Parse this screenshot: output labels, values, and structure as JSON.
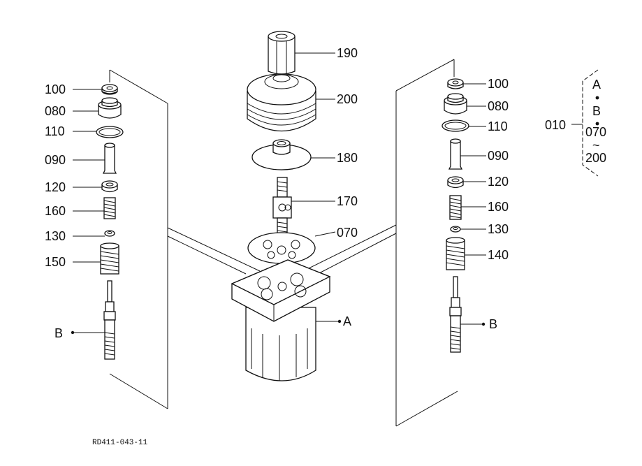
{
  "figure_code": "RD411-043-11",
  "left_column": {
    "labels": [
      "100",
      "080",
      "110",
      "090",
      "120",
      "160",
      "130",
      "150",
      "B"
    ]
  },
  "center_column": {
    "labels": [
      "190",
      "200",
      "180",
      "170",
      "070",
      "A"
    ]
  },
  "right_column": {
    "labels": [
      "100",
      "080",
      "110",
      "090",
      "120",
      "160",
      "130",
      "140",
      "B"
    ]
  },
  "legend": {
    "main": "010",
    "top": "A",
    "middle": "B",
    "range_start": "070",
    "range_sep": "~",
    "range_end": "200"
  }
}
